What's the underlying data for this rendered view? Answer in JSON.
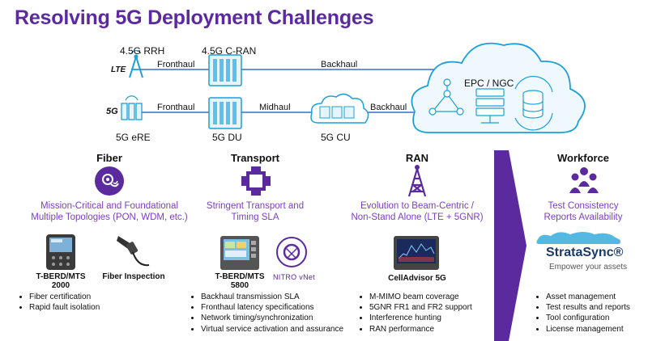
{
  "title": "Resolving 5G Deployment Challenges",
  "colors": {
    "purple": "#5b2a9e",
    "purple_light": "#7b3fc4",
    "cyan": "#1aa0d8",
    "line_blue": "#3a6fc4"
  },
  "network": {
    "rrh_label": "4.5G RRH",
    "lte_badge": "LTE",
    "fronthaul_top": "Fronthaul",
    "cran_label": "4.5G C-RAN",
    "backhaul_top": "Backhaul",
    "core_label": "EPC / NGC",
    "badge_5g": "5G",
    "fronthaul_bottom": "Fronthaul",
    "midhaul": "Midhaul",
    "backhaul_bottom": "Backhaul",
    "ere_label": "5G eRE",
    "du_label": "5G DU",
    "cu_label": "5G CU"
  },
  "categories": [
    {
      "title": "Fiber",
      "icon": "fiber-icon",
      "desc": [
        "Mission-Critical and Foundational",
        "Multiple Topologies (PON, WDM, etc.)"
      ],
      "products": [
        [
          "T-BERD/MTS",
          "2000"
        ],
        [
          "Fiber Inspection"
        ]
      ],
      "bullets": [
        "Fiber certification",
        "Rapid fault isolation"
      ]
    },
    {
      "title": "Transport",
      "icon": "transport-icon",
      "desc": [
        "Stringent Transport and",
        "Timing SLA"
      ],
      "products": [
        [
          "T-BERD/MTS",
          "5800"
        ],
        [
          "NITRO vNet"
        ]
      ],
      "bullets": [
        "Backhaul transmission SLA",
        "Fronthaul latency specifications",
        "Network timing/synchronization",
        "Virtual service activation and assurance"
      ]
    },
    {
      "title": "RAN",
      "icon": "tower-icon",
      "desc": [
        "Evolution to Beam-Centric /",
        "Non-Stand Alone (LTE + 5GNR)"
      ],
      "products": [
        [
          "CellAdvisor 5G"
        ]
      ],
      "bullets": [
        "M-MIMO beam coverage",
        "5GNR FR1 and FR2 support",
        "Interference hunting",
        "RAN performance"
      ]
    },
    {
      "title": "Workforce",
      "icon": "people-icon",
      "desc": [
        "Test Consistency",
        "Reports Availability"
      ],
      "products": [
        [
          "StrataSync®",
          "Empower your assets"
        ]
      ],
      "bullets": [
        "Asset management",
        "Test results and reports",
        "Tool configuration",
        "License management"
      ]
    }
  ]
}
